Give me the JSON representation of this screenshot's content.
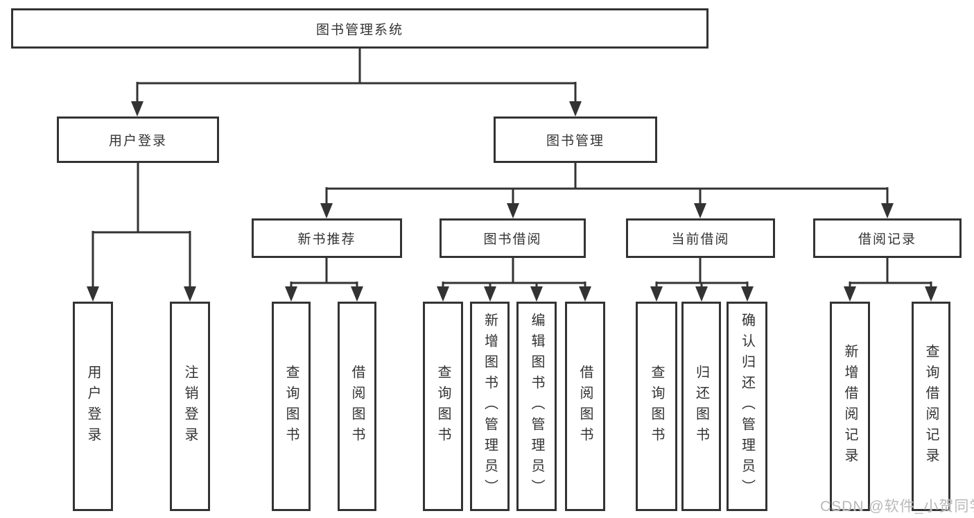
{
  "diagram": {
    "title": "图书管理系统",
    "root": {
      "label": "图书管理系统"
    },
    "branches": [
      {
        "label": "用户登录",
        "children": [
          "用户登录",
          "注销登录"
        ]
      },
      {
        "label": "图书管理",
        "sections": [
          {
            "label": "新书推荐",
            "children": [
              "查询图书",
              "借阅图书"
            ]
          },
          {
            "label": "图书借阅",
            "children": [
              "查询图书",
              "新增图书（管理员）",
              "编辑图书（管理员）",
              "借阅图书"
            ]
          },
          {
            "label": "当前借阅",
            "children": [
              "查询图书",
              "归还图书",
              "确认归还（管理员）"
            ]
          },
          {
            "label": "借阅记录",
            "children": [
              "新增借阅记录",
              "查询借阅记录"
            ]
          }
        ]
      }
    ]
  },
  "watermark": {
    "text": "CSDN @软件_小贺同学"
  },
  "colors": {
    "line": "#333333",
    "text": "#333333",
    "box_background": "#ffffff",
    "page_background": "#ffffff",
    "watermark": "#b9b9b9"
  }
}
